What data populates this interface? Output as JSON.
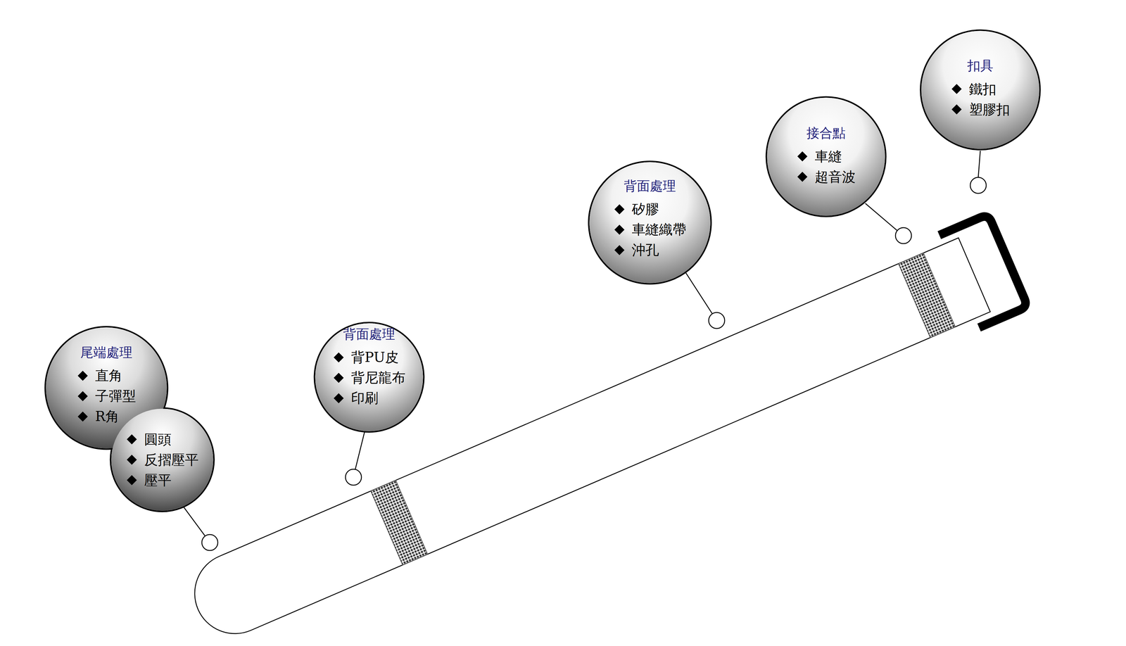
{
  "diagram": {
    "nodes": [
      {
        "text": [
          "尾端處理",
          "直角",
          "子彈型",
          "R角"
        ]
      },
      {
        "text": [
          "圓頭",
          "反摺壓平",
          "壓平"
        ]
      },
      {
        "text": [
          "背面處理",
          "背PU皮",
          "背尼龍布",
          "印刷"
        ]
      },
      {
        "text": [
          "背面處理",
          "矽膠",
          "車縫織帶",
          "沖孔"
        ]
      },
      {
        "text": [
          "接合點",
          "車縫",
          "超音波"
        ]
      },
      {
        "text": [
          "扣具",
          "鐵扣",
          "塑膠扣"
        ]
      }
    ]
  }
}
